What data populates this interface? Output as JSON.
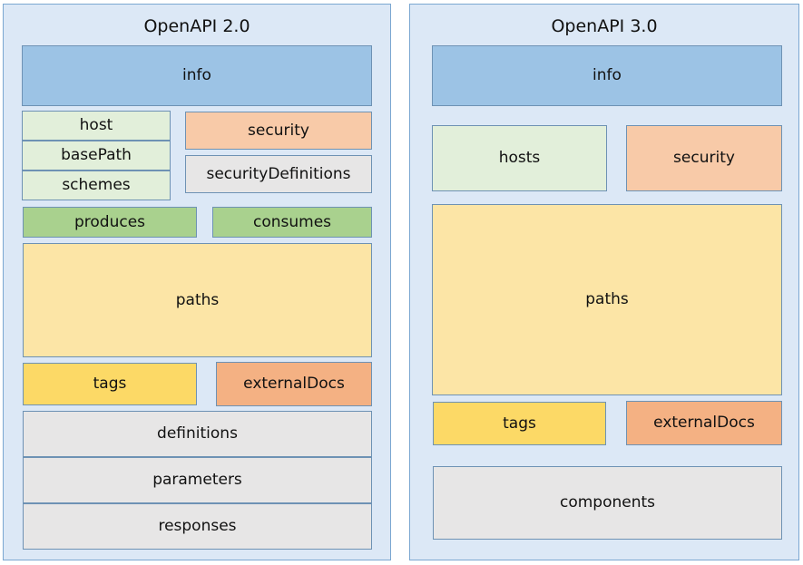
{
  "diagram": {
    "type": "comparison-block-diagram",
    "background": "#ffffff",
    "panel_background": "#dce8f6",
    "panel_border": "#7ba7d1",
    "node_border": "#6e92b4",
    "text_color": "#111111",
    "palette": {
      "blue": "#9cc3e5",
      "green_light": "#e2efda",
      "green": "#a9d18e",
      "peach": "#f8caa8",
      "gray": "#e7e6e6",
      "yellow": "#fce5a6",
      "gold": "#fcd966",
      "orange": "#f4b183"
    }
  },
  "panels": [
    {
      "id": "openapi-2",
      "title": "OpenAPI 2.0",
      "nodes": [
        {
          "id": "info",
          "label": "info",
          "color": "blue"
        },
        {
          "id": "host",
          "label": "host",
          "color": "green_light"
        },
        {
          "id": "basePath",
          "label": "basePath",
          "color": "green_light"
        },
        {
          "id": "schemes",
          "label": "schemes",
          "color": "green_light"
        },
        {
          "id": "security",
          "label": "security",
          "color": "peach"
        },
        {
          "id": "securityDefinitions",
          "label": "securityDefinitions",
          "color": "gray"
        },
        {
          "id": "produces",
          "label": "produces",
          "color": "green"
        },
        {
          "id": "consumes",
          "label": "consumes",
          "color": "green"
        },
        {
          "id": "paths",
          "label": "paths",
          "color": "yellow"
        },
        {
          "id": "tags",
          "label": "tags",
          "color": "gold"
        },
        {
          "id": "externalDocs",
          "label": "externalDocs",
          "color": "orange"
        },
        {
          "id": "definitions",
          "label": "definitions",
          "color": "gray"
        },
        {
          "id": "parameters",
          "label": "parameters",
          "color": "gray"
        },
        {
          "id": "responses",
          "label": "responses",
          "color": "gray"
        }
      ]
    },
    {
      "id": "openapi-3",
      "title": "OpenAPI 3.0",
      "nodes": [
        {
          "id": "info",
          "label": "info",
          "color": "blue"
        },
        {
          "id": "hosts",
          "label": "hosts",
          "color": "green_light"
        },
        {
          "id": "security",
          "label": "security",
          "color": "peach"
        },
        {
          "id": "paths",
          "label": "paths",
          "color": "yellow"
        },
        {
          "id": "tags",
          "label": "tags",
          "color": "gold"
        },
        {
          "id": "externalDocs",
          "label": "externalDocs",
          "color": "orange"
        },
        {
          "id": "components",
          "label": "components",
          "color": "gray"
        }
      ]
    }
  ]
}
